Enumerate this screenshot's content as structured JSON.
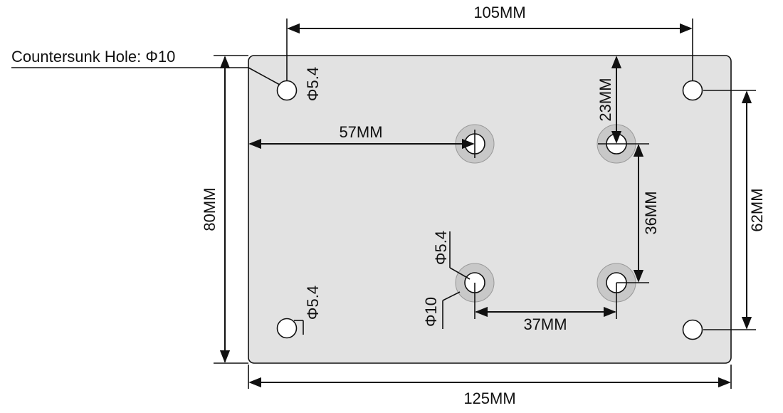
{
  "colors": {
    "plate_fill": "#e2e2e2",
    "plate_stroke": "#111111",
    "countersink_ring": "#c8c8c8",
    "hole_fill": "#ffffff",
    "ink": "#111111"
  },
  "labels": {
    "countersunk_note": "Countersunk Hole: Φ10",
    "dim_top_width": "105MM",
    "dim_bottom_width": "125MM",
    "dim_left_height": "80MM",
    "dim_right_height": "62MM",
    "dim_center_offset": "57MM",
    "dim_top_offset": "23MM",
    "dim_vertical_spacing": "36MM",
    "dim_horizontal_spacing": "37MM",
    "hole_top_left": "Φ5.4",
    "hole_bottom_left": "Φ5.4",
    "hole_center_small": "Φ5.4",
    "hole_center_large": "Φ10"
  }
}
